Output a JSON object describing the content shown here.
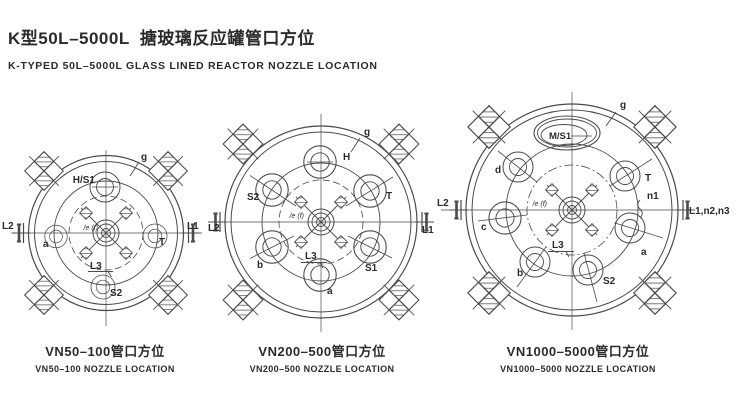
{
  "header": {
    "title_cn": "K型50L–5000L  搪玻璃反应罐管口方位",
    "title_en": "K-TYPED 50L–5000L GLASS LINED REACTOR NOZZLE LOCATION"
  },
  "diagrams": [
    {
      "caption_cn": "VN50–100管口方位",
      "caption_en": "VN50–100 NOZZLE LOCATION",
      "labels": {
        "top": "H/S1",
        "right": "T",
        "left": "a",
        "bottom": "S2",
        "l3": "L3",
        "g": "g",
        "center": "/e (f)",
        "flange_left": "L2",
        "flange_right": "L1"
      }
    },
    {
      "caption_cn": "VN200–500管口方位",
      "caption_en": "VN200–500 NOZZLE LOCATION",
      "labels": {
        "top": "H",
        "upper_left": "S2",
        "upper_right": "T",
        "lower_left": "b",
        "lower_right": "S1",
        "bottom": "a",
        "l3": "L3",
        "g": "g",
        "center": "/e (f)",
        "flange_left": "L2",
        "flange_right": "L1"
      }
    },
    {
      "caption_cn": "VN1000–5000管口方位",
      "caption_en": "VN1000–5000 NOZZLE LOCATION",
      "labels": {
        "manhole": "M/S1",
        "upper_left": "d",
        "upper_right": "T",
        "left": "c",
        "right": "a",
        "lower_left": "b",
        "lower_right": "S2",
        "l3": "L3",
        "g": "g",
        "n1": "n1",
        "center": "/e (f)",
        "flange_left": "L2",
        "flange_right": "L1,n2,n3"
      }
    }
  ]
}
